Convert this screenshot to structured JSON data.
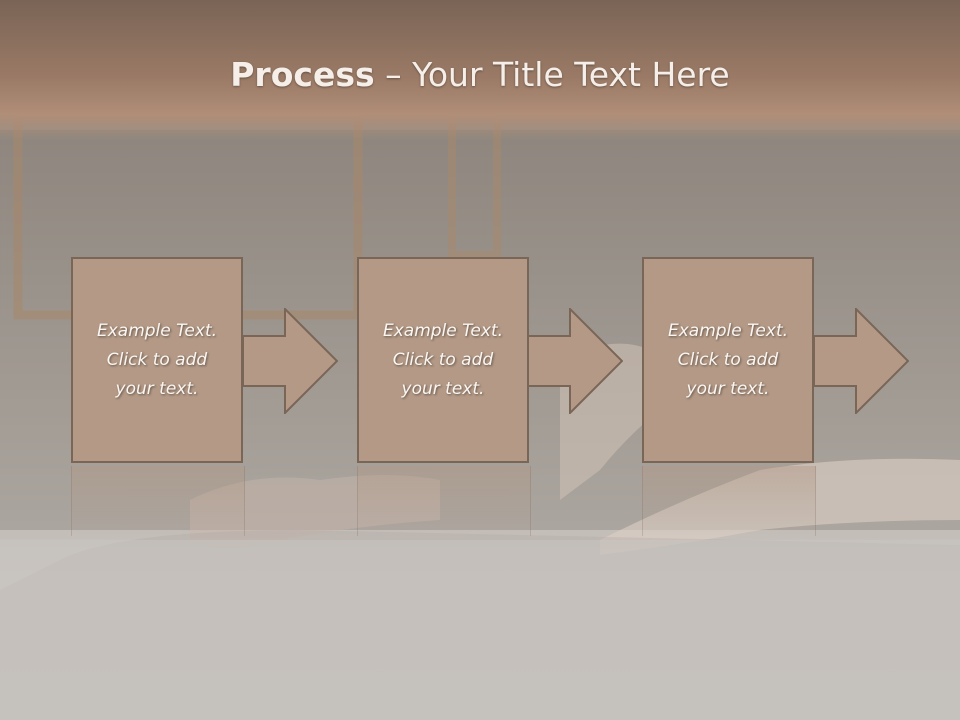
{
  "header": {
    "title_bold": "Process",
    "title_rest": " – Your Title Text Here"
  },
  "steps": [
    {
      "text": "Example Text.\nClick  to add\nyour text."
    },
    {
      "text": "Example Text.\nClick  to add\nyour text."
    },
    {
      "text": "Example Text.\nClick  to add\nyour text."
    }
  ],
  "colors": {
    "title_band": "#9a7a66",
    "box_fill": "#b39986",
    "box_border": "#7a6656",
    "text": "#fbf6f1"
  }
}
